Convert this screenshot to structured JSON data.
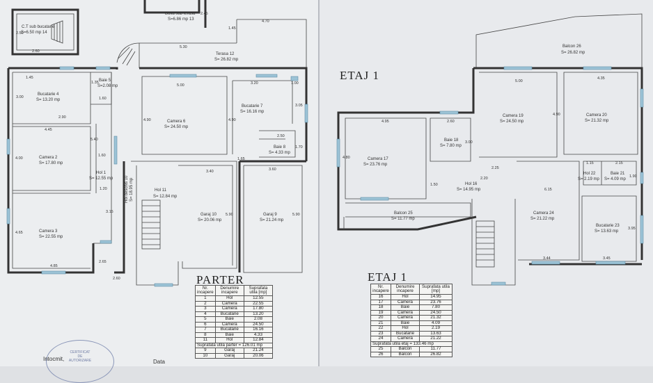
{
  "parter": {
    "title": "PARTER",
    "rooms": {
      "ct": "C.T sub bucatarie",
      "ct_area": "S=6.50 mp",
      "ct_no": "14",
      "boxa": "Boxa sub terasa",
      "boxa_area": "S=6.86 mp",
      "boxa_no": "13",
      "terasa": "Terasa",
      "terasa_no": "12",
      "terasa_area": "S= 26.82 mp",
      "baie5": "Baie",
      "baie5_no": "5",
      "baie5_area": "S=2.08 mp",
      "bucatarie4": "Bucatarie",
      "bucatarie4_no": "4",
      "bucatarie4_area": "S= 13.20 mp",
      "camera2": "Camera",
      "camera2_no": "2",
      "camera2_area": "S= 17.80 mp",
      "hol1": "Hol",
      "hol1_no": "1",
      "hol1_area": "S= 12.55 mp",
      "camera3": "Camera",
      "camera3_no": "3",
      "camera3_area": "S= 22.55 mp",
      "camera6": "Camera",
      "camera6_no": "6",
      "camera6_area": "S= 24.50 mp",
      "bucatarie7": "Bucatarie",
      "bucatarie7_no": "7",
      "bucatarie7_area": "S= 16.16 mp",
      "baie8": "Baie",
      "baie8_no": "8",
      "baie8_area": "S= 4.33 mp",
      "hol_deschis": "Hol deschis",
      "hol_deschis_no": "10",
      "hol_deschis_area": "S= 18.95 mp",
      "hol11": "Hol",
      "hol11_no": "11",
      "hol11_area": "S= 12.84 mp",
      "garaj10": "Garaj",
      "garaj10_no": "10",
      "garaj10_area": "S= 20.06 mp",
      "garaj9": "Garaj",
      "garaj9_no": "9",
      "garaj9_area": "S= 21.24 mp"
    },
    "dims": {
      "d_ct_h": "2.50",
      "d_ct_w": "2.60",
      "d_boxa": "2.45",
      "d_470": "4.70",
      "d_145a": "1.45",
      "d_530": "5.30",
      "d_145b": "1.45",
      "d_135": "1.35",
      "d_300": "3.00",
      "d_290": "2.90",
      "d_160a": "1.60",
      "d_445": "4.45",
      "d_540": "5.40",
      "d_400": "4.00",
      "d_160b": "1.60",
      "d_120": "1.20",
      "d_315": "3.15",
      "d_465": "4.65",
      "d_485": "4.85",
      "d_265": "2.65",
      "d_260": "2.60",
      "d_500": "5.00",
      "d_490a": "4.90",
      "d_490b": "4.90",
      "d_320": "3.20",
      "d_100": "1.00",
      "d_305": "3.05",
      "d_250": "2.50",
      "d_170": "1.70",
      "d_165": "1.65",
      "d_340": "3.40",
      "d_360": "3.60",
      "d_590a": "5.90",
      "d_590b": "5.90"
    },
    "table": {
      "title": "PARTER",
      "col1": "Nr. incapere",
      "col2": "Denumire incapere",
      "col3": "Suprafata utila [mp]",
      "rows": [
        {
          "nr": "1",
          "name": "Hol",
          "area": "12.55"
        },
        {
          "nr": "2",
          "name": "Camera",
          "area": "22.55"
        },
        {
          "nr": "3",
          "name": "Camera",
          "area": "17.80"
        },
        {
          "nr": "4",
          "name": "Bucatarie",
          "area": "13.20"
        },
        {
          "nr": "5",
          "name": "Baie",
          "area": "2.08"
        },
        {
          "nr": "6",
          "name": "Camera",
          "area": "24.50"
        },
        {
          "nr": "7",
          "name": "Bucatarie",
          "area": "16.16"
        },
        {
          "nr": "8",
          "name": "Baie",
          "area": "4.33"
        },
        {
          "nr": "11",
          "name": "Hol",
          "area": "12.84"
        }
      ],
      "total": "Suprafata utila parter = 126.01 mp",
      "rows2": [
        {
          "nr": "9",
          "name": "Garaj",
          "area": "21.24"
        },
        {
          "nr": "10",
          "name": "Garaj",
          "area": "20.06"
        }
      ]
    }
  },
  "etaj": {
    "title": "ETAJ 1",
    "rooms": {
      "balcon26": "Balcon",
      "balcon26_no": "26",
      "balcon26_area": "S= 26.82 mp",
      "camera19": "Camera",
      "camera19_no": "19",
      "camera19_area": "S= 24.50 mp",
      "camera20": "Camera",
      "camera20_no": "20",
      "camera20_area": "S= 21.32 mp",
      "camera17": "Camera",
      "camera17_no": "17",
      "camera17_area": "S= 23.76 mp",
      "baie18": "Baie",
      "baie18_no": "18",
      "baie18_area": "S= 7.80 mp",
      "hol16": "Hol",
      "hol16_no": "16",
      "hol16_area": "S= 14.95 mp",
      "hol22": "Hol",
      "hol22_no": "22",
      "hol22_area": "S= 2.19 mp",
      "baie21": "Baie",
      "baie21_no": "21",
      "baie21_area": "S= 4.09 mp",
      "balcon25": "Balcon",
      "balcon25_no": "25",
      "balcon25_area": "S= 11.77 mp",
      "camera24": "Camera",
      "camera24_no": "24",
      "camera24_area": "S= 21.22 mp",
      "bucatarie23": "Bucatarie",
      "bucatarie23_no": "23",
      "bucatarie23_area": "S= 13.63 mp"
    },
    "dims": {
      "e_500": "5.00",
      "e_435": "4.35",
      "e_490": "4.90",
      "e_495": "4.95",
      "e_260": "2.60",
      "e_480": "4.80",
      "e_300": "3.00",
      "e_225": "2.25",
      "e_115": "1.15",
      "e_215": "2.15",
      "e_190": "1.90",
      "e_150": "1.50",
      "e_220": "2.20",
      "e_615": "6.15",
      "e_395": "3.95",
      "e_344": "3.44",
      "e_345": "3.45"
    },
    "table": {
      "title": "ETAJ 1",
      "col1": "Nr. incapere",
      "col2": "Denumire incapere",
      "col3": "Suprafata utila [mp]",
      "rows": [
        {
          "nr": "16",
          "name": "Hol",
          "area": "14.95"
        },
        {
          "nr": "17",
          "name": "Camera",
          "area": "23.76"
        },
        {
          "nr": "18",
          "name": "Baie",
          "area": "7.80"
        },
        {
          "nr": "19",
          "name": "Camera",
          "area": "24.50"
        },
        {
          "nr": "20",
          "name": "Camera",
          "area": "21.32"
        },
        {
          "nr": "21",
          "name": "Baie",
          "area": "4.09"
        },
        {
          "nr": "22",
          "name": "Hol",
          "area": "2.19"
        },
        {
          "nr": "23",
          "name": "Bucatarie",
          "area": "13.63"
        },
        {
          "nr": "24",
          "name": "Camera",
          "area": "21.22"
        }
      ],
      "total": "Suprafata utila etaj = 133.46 mp",
      "rows2": [
        {
          "nr": "25",
          "name": "Balcon",
          "area": "11.77"
        },
        {
          "nr": "26",
          "name": "Balcon",
          "area": "26.82"
        }
      ]
    }
  },
  "footer": {
    "intocmit": "Intocmit,",
    "data": "Data"
  },
  "stamp": {
    "line1": "CERTIFICAT",
    "line2": "DE",
    "line3": "AUTORIZARE"
  },
  "colors": {
    "paper": "#eceef0",
    "wall": "#333333",
    "window": "#9cc3d6"
  }
}
